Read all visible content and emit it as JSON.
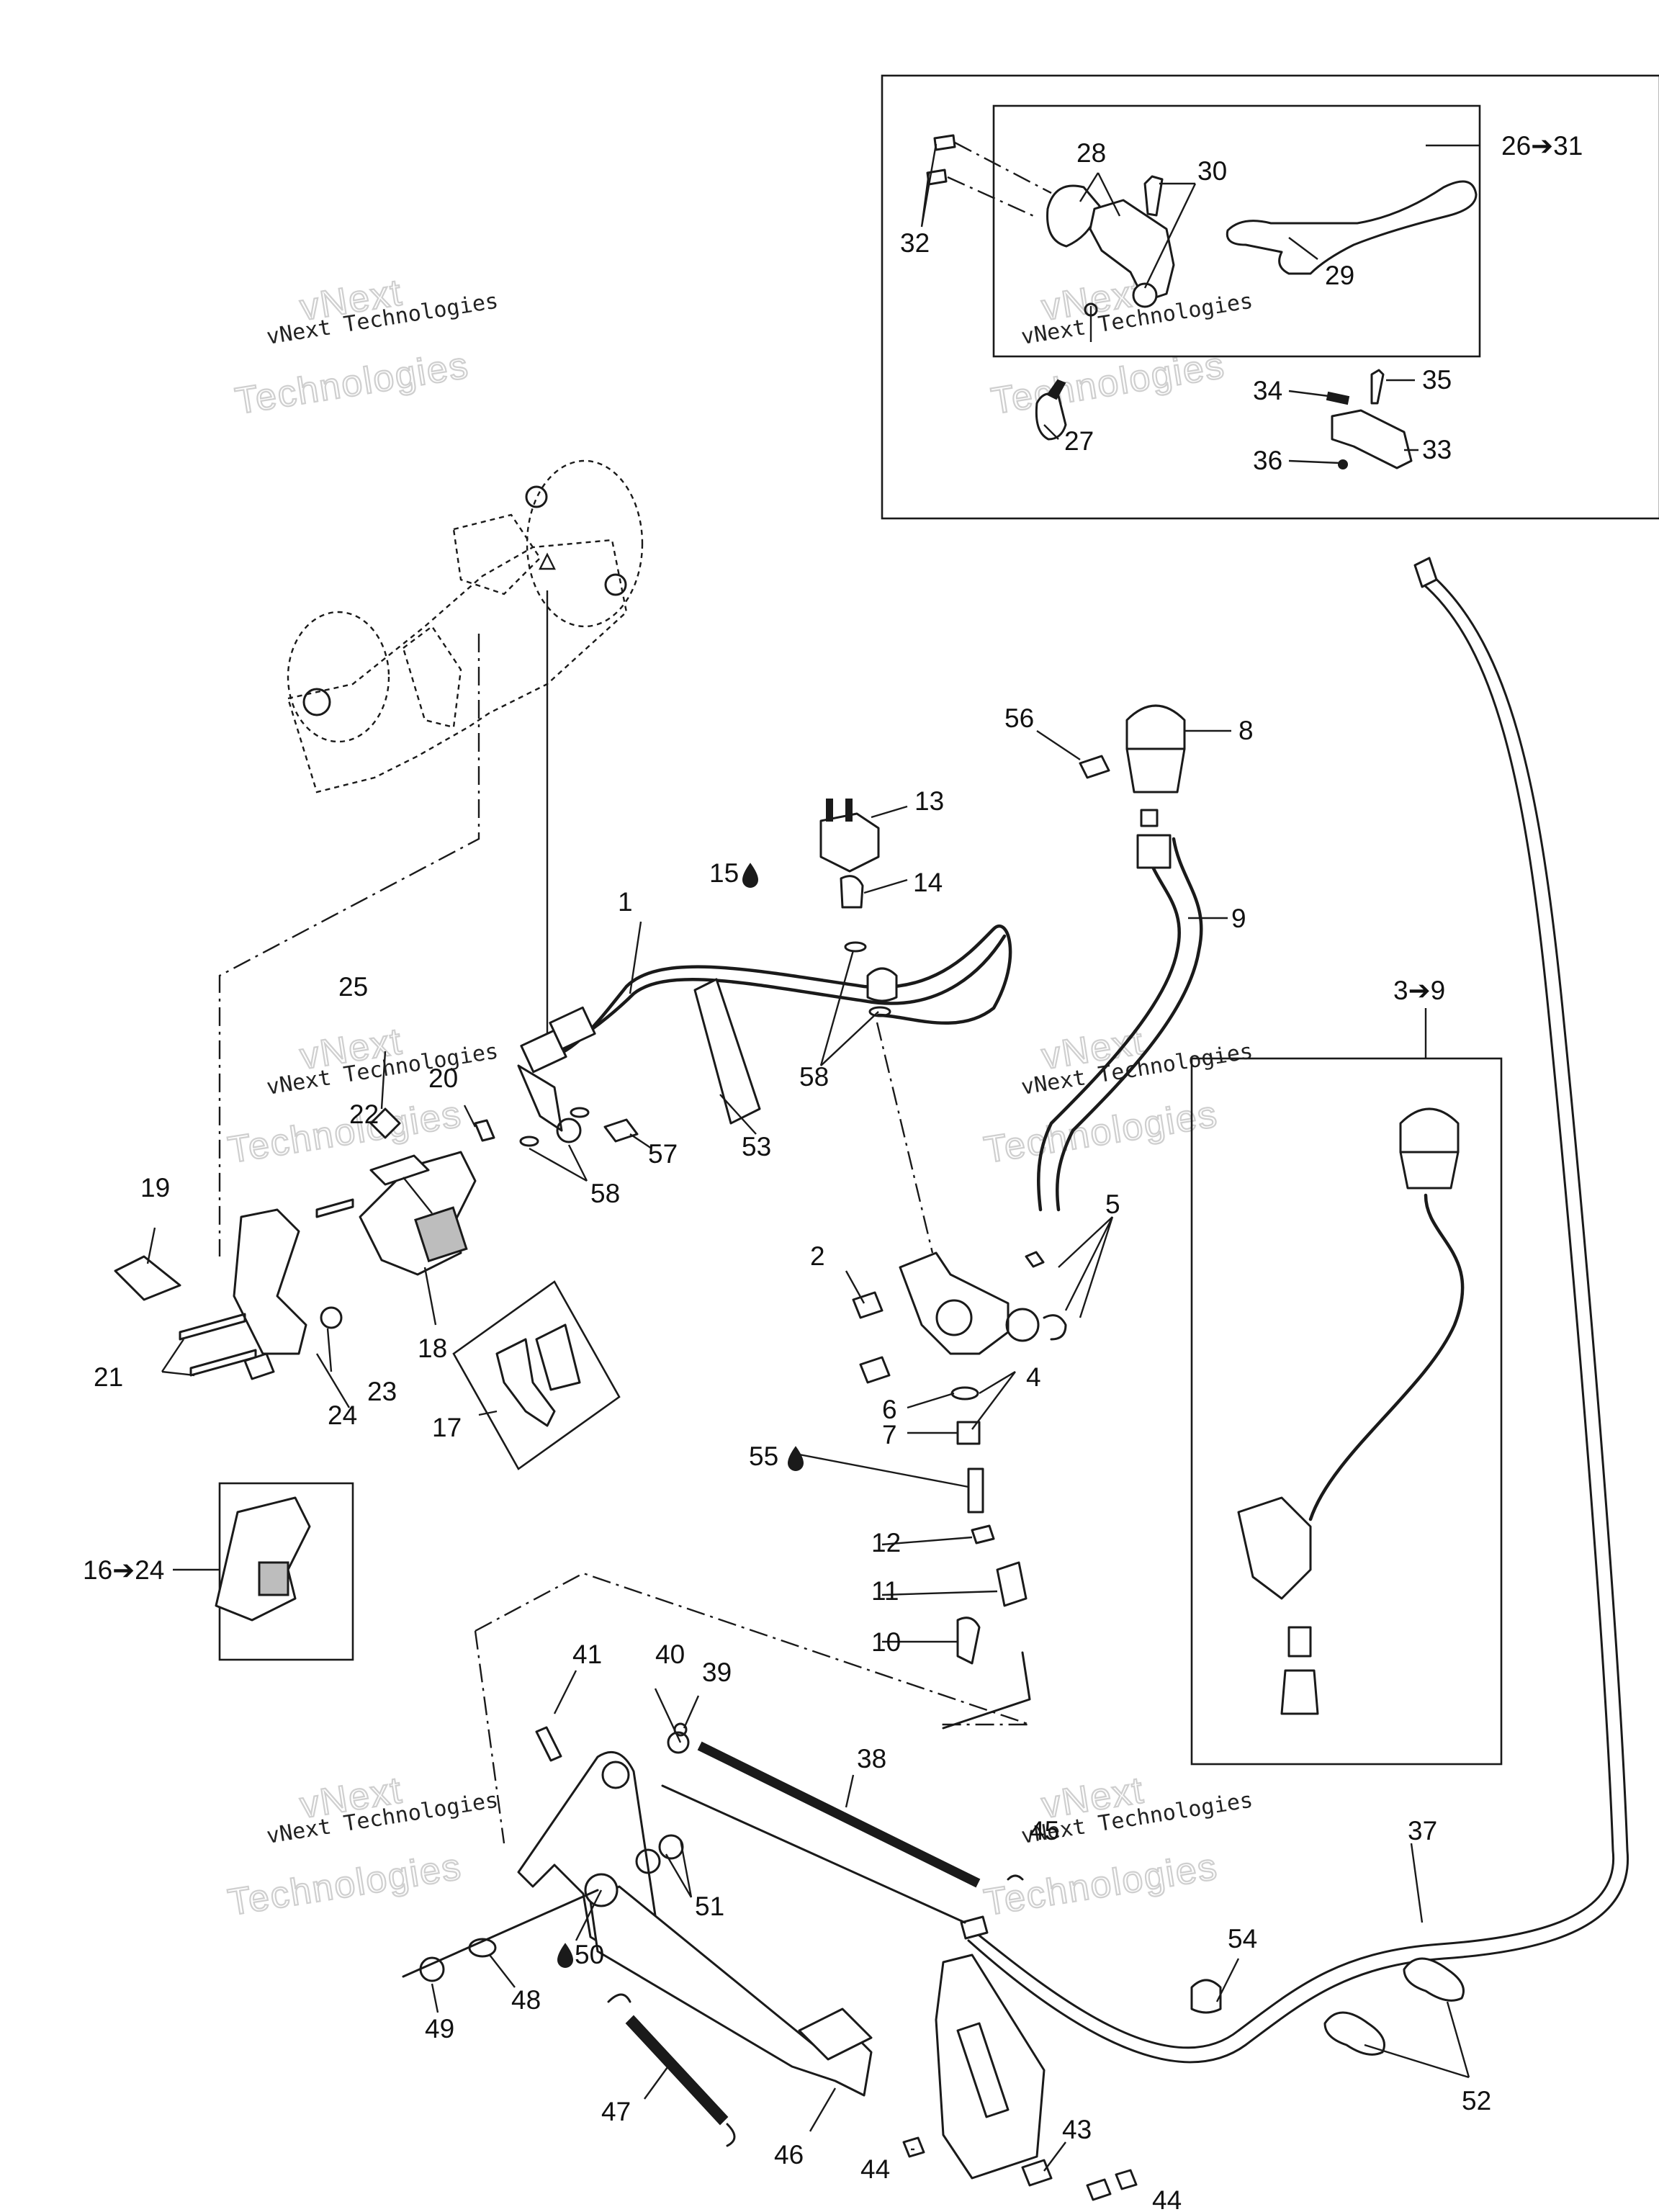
{
  "diagram": {
    "watermark": {
      "line1": "vNext Technologies",
      "line2": "Technologies",
      "line3": "vNext"
    },
    "callouts": {
      "c1": "1",
      "c2": "2",
      "c3_9": "3➔9",
      "c4": "4",
      "c5": "5",
      "c6": "6",
      "c7": "7",
      "c8": "8",
      "c9": "9",
      "c10": "10",
      "c11": "11",
      "c12": "12",
      "c13": "13",
      "c14": "14",
      "c15": "15",
      "c16_24": "16➔24",
      "c17": "17",
      "c18": "18",
      "c19": "19",
      "c20": "20",
      "c21": "21",
      "c22": "22",
      "c23": "23",
      "c24": "24",
      "c25": "25",
      "c26_31": "26➔31",
      "c27": "27",
      "c28": "28",
      "c29": "29",
      "c30": "30",
      "c32": "32",
      "c33": "33",
      "c34": "34",
      "c35": "35",
      "c36": "36",
      "c37": "37",
      "c38": "38",
      "c39": "39",
      "c40": "40",
      "c41": "41",
      "c43": "43",
      "c44": "44",
      "c45": "45",
      "c46": "46",
      "c47": "47",
      "c48": "48",
      "c49": "49",
      "c50": "50",
      "c51": "51",
      "c52": "52",
      "c53": "53",
      "c54": "54",
      "c55": "55",
      "c56": "56",
      "c57": "57",
      "c58": "58"
    }
  }
}
